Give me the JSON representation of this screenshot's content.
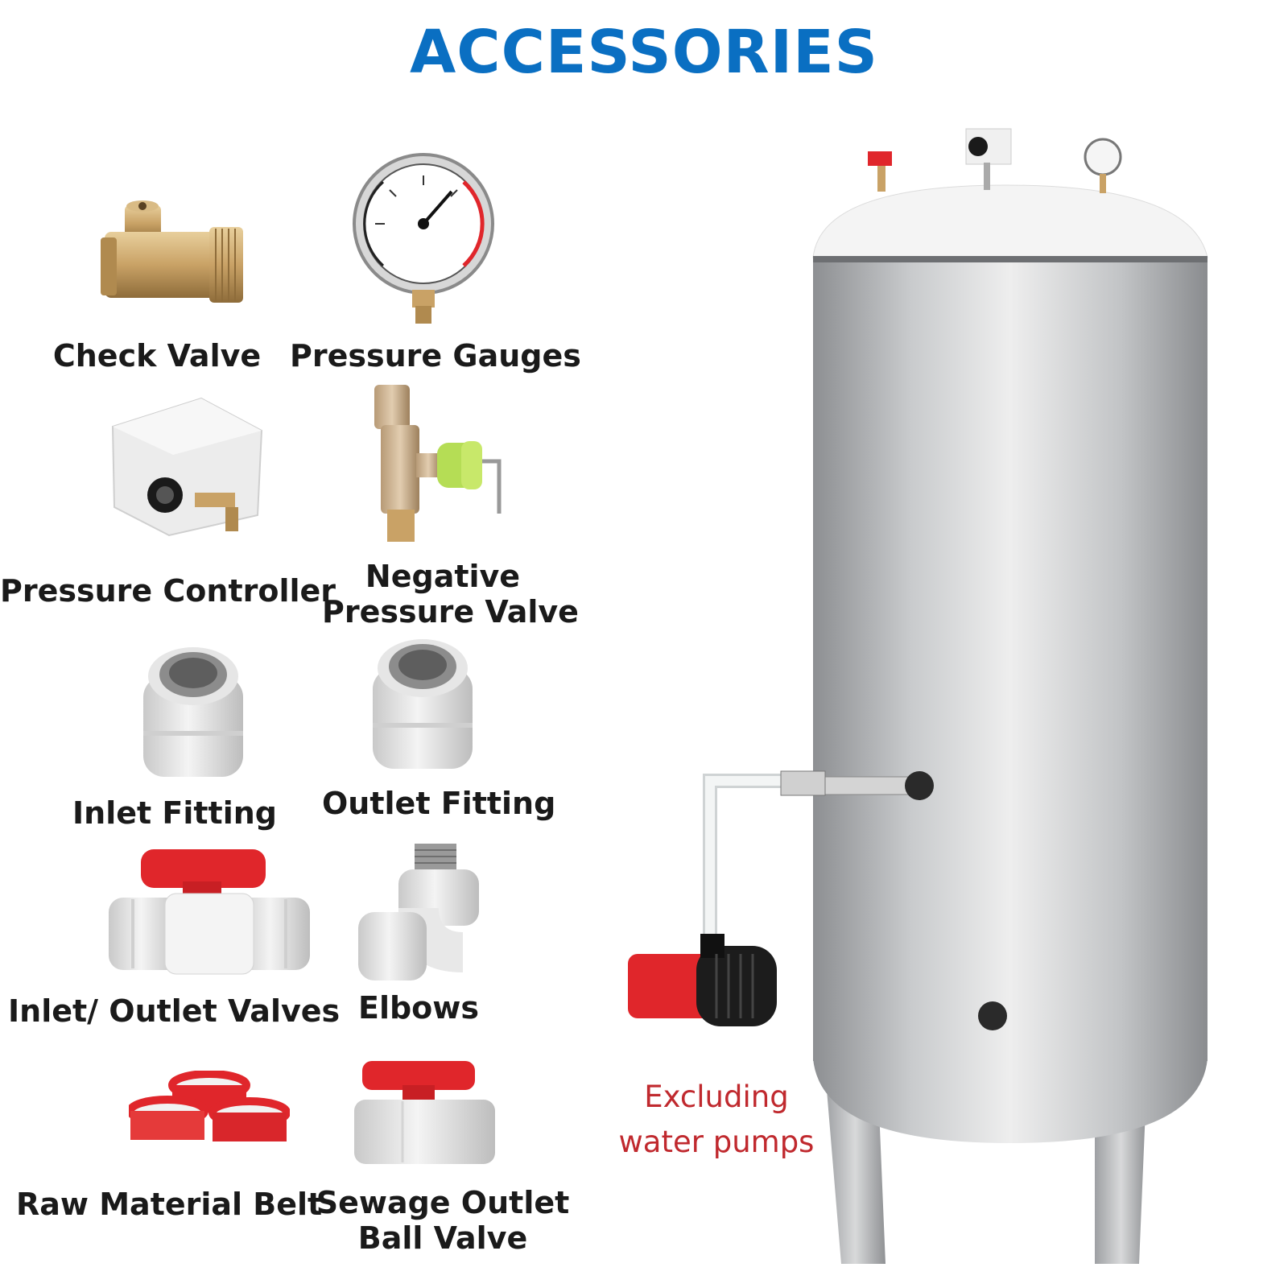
{
  "heading": "ACCESSORIES",
  "colors": {
    "heading": "#0a6fc2",
    "brass": "#c9a266",
    "valve_red": "#e0262b",
    "fitting_white": "#e8e8e8",
    "steel": "#c4c6c8",
    "note": "#c0292e"
  },
  "accessories": [
    {
      "label": "Check Valve",
      "icon": "check-valve-icon"
    },
    {
      "label": "Pressure Gauges",
      "icon": "pressure-gauge-icon"
    },
    {
      "label": "Pressure Controller",
      "icon": "pressure-controller-icon"
    },
    {
      "label_line1": "Negative",
      "label_line2": "Pressure Valve",
      "icon": "negative-pressure-valve-icon"
    },
    {
      "label": "Inlet Fitting",
      "icon": "inlet-fitting-icon"
    },
    {
      "label": "Outlet Fitting",
      "icon": "outlet-fitting-icon"
    },
    {
      "label": "Inlet/ Outlet Valves",
      "icon": "ball-valve-icon"
    },
    {
      "label": "Elbows",
      "icon": "elbow-icon"
    },
    {
      "label": "Raw Material Belt",
      "icon": "tape-rolls-icon"
    },
    {
      "label_line1": "Sewage Outlet",
      "label_line2": "Ball Valve",
      "icon": "sewage-ball-valve-icon"
    }
  ],
  "tank": {
    "note_line1": "Excluding",
    "note_line2": "water pumps"
  }
}
